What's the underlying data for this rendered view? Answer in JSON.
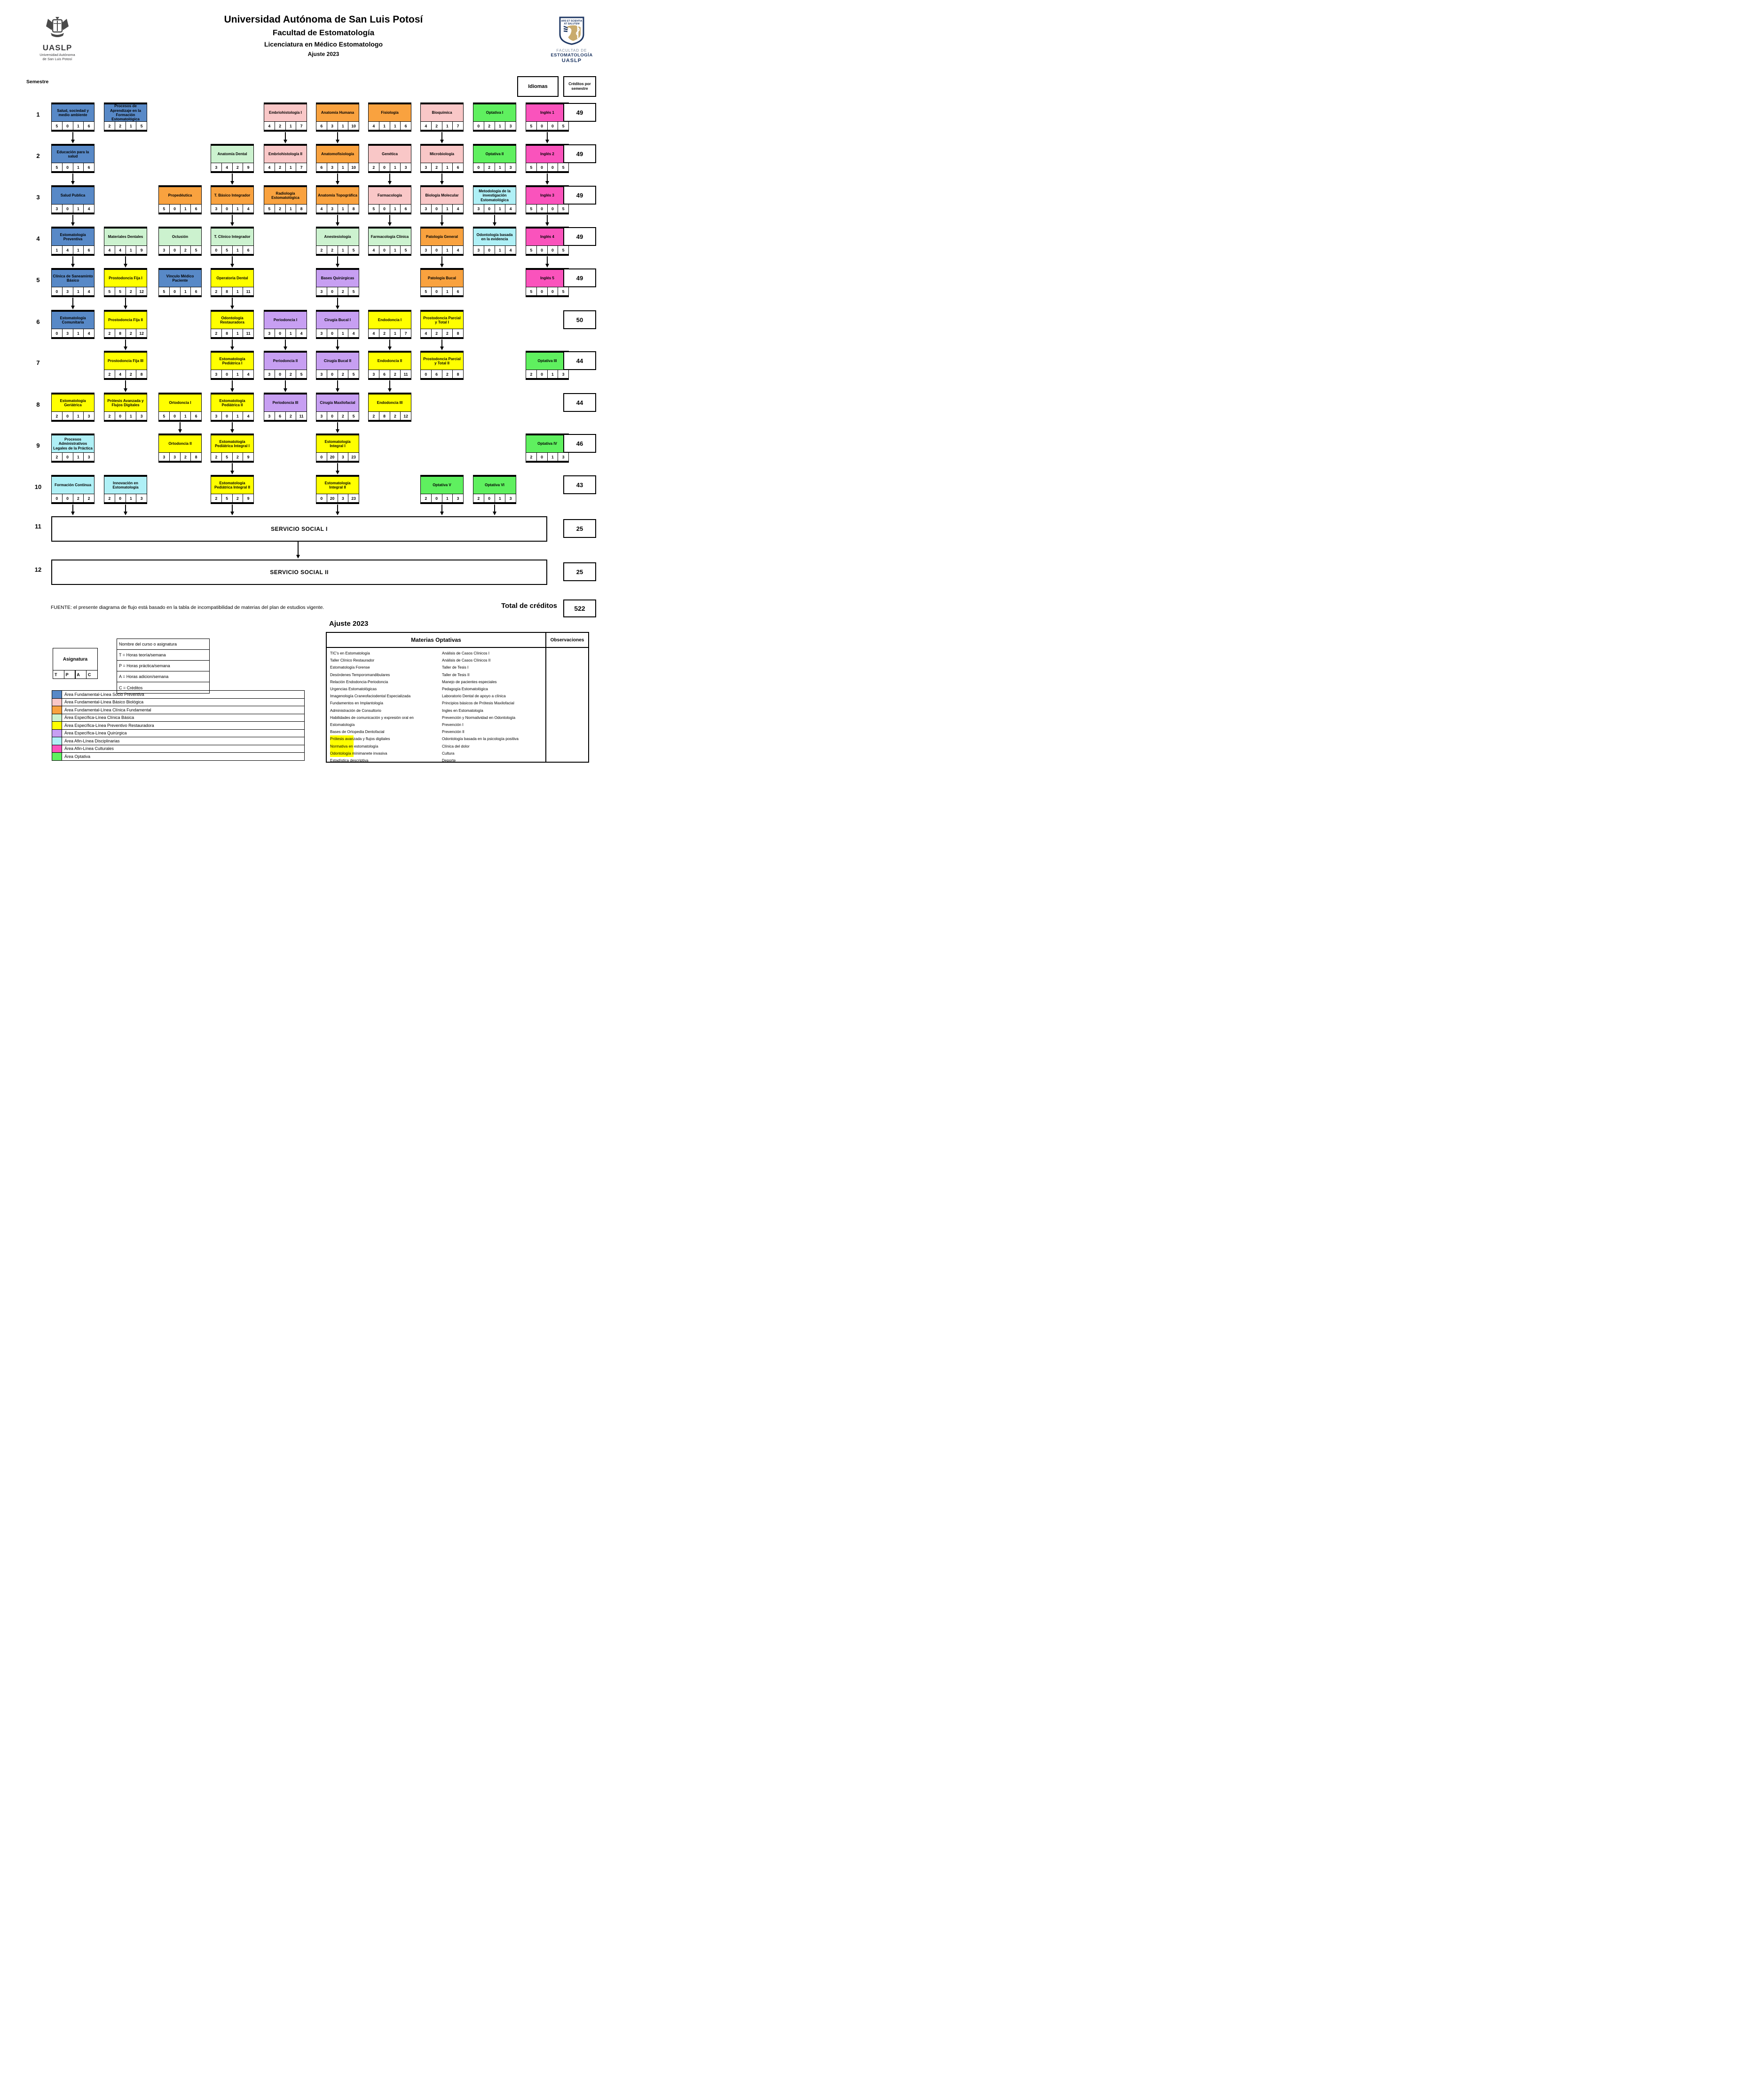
{
  "header": {
    "title": "Universidad Autónoma de San Luis Potosí",
    "subtitle": "Facultad de Estomatología",
    "program": "Licenciatura en Médico Estomatologo",
    "edition": "Ajuste 2023",
    "semester_label": "Semestre",
    "idiomas_label": "Idiomas",
    "credits_header": "Créditos por semestre",
    "left_logo": {
      "acronym": "UASLP",
      "caption1": "Universidad Autónoma",
      "caption2": "de San Luis Potosí"
    },
    "right_logo": {
      "motto1": "ARS ET SCIENTIA",
      "motto2": "AT SALUTEM",
      "line1": "FACULTAD DE",
      "line2": "ESTOMATOLOGÍA",
      "line3": "UASLP"
    }
  },
  "areas": [
    {
      "key": "socio",
      "label": "Área Fundamental-Línea Socio Preventiva",
      "color": "#5889c7"
    },
    {
      "key": "biologica",
      "label": "Área Fundamental-Línea Básico Biológica",
      "color": "#f9c7c7"
    },
    {
      "key": "clinica_fund",
      "label": "Área Fundamental-Línea Clínica Fundamental",
      "color": "#f9a23f"
    },
    {
      "key": "clinica_basica",
      "label": "Área Específica-Línea Clínica Básica",
      "color": "#ccf2cf"
    },
    {
      "key": "prev_rest",
      "label": "Área Específica-Línea Preventivo Restauradora",
      "color": "#ffff00"
    },
    {
      "key": "quirurgica",
      "label": "Área Específica-Línea Quirúrgica",
      "color": "#c79ff2"
    },
    {
      "key": "disciplinarias",
      "label": "Área Afin-Línea Disciplinarias",
      "color": "#aff0f6"
    },
    {
      "key": "culturales",
      "label": "Área Afin-Línea Culturales",
      "color": "#fa53bc"
    },
    {
      "key": "optativa",
      "label": "Área Optativa",
      "color": "#5ff05f"
    }
  ],
  "courses": [
    {
      "name": "Salud, sociedad y medio ambiente",
      "col": 0,
      "row": 1,
      "area": "socio",
      "t": "5",
      "p": "0",
      "a": "1",
      "c": "6"
    },
    {
      "name": "Procesos de Aprendizaje en la Formación Estomatológica",
      "col": 1,
      "row": 1,
      "area": "socio",
      "t": "2",
      "p": "2",
      "a": "1",
      "c": "5"
    },
    {
      "name": "Embriohistología I",
      "col": 4,
      "row": 1,
      "area": "biologica",
      "t": "4",
      "p": "2",
      "a": "1",
      "c": "7"
    },
    {
      "name": "Anatomía Humana",
      "col": 5,
      "row": 1,
      "area": "clinica_fund",
      "t": "6",
      "p": "3",
      "a": "1",
      "c": "10"
    },
    {
      "name": "Fisiología",
      "col": 6,
      "row": 1,
      "area": "clinica_fund",
      "t": "4",
      "p": "1",
      "a": "1",
      "c": "6"
    },
    {
      "name": "Bioquímica",
      "col": 7,
      "row": 1,
      "area": "biologica",
      "t": "4",
      "p": "2",
      "a": "1",
      "c": "7"
    },
    {
      "name": "Optativa I",
      "col": 8,
      "row": 1,
      "area": "optativa",
      "t": "0",
      "p": "2",
      "a": "1",
      "c": "3"
    },
    {
      "name": "Inglés 1",
      "col": 9,
      "row": 1,
      "area": "culturales",
      "t": "5",
      "p": "0",
      "a": "0",
      "c": "5"
    },
    {
      "name": "Educación para la salud",
      "col": 0,
      "row": 2,
      "area": "socio",
      "t": "5",
      "p": "0",
      "a": "1",
      "c": "6"
    },
    {
      "name": "Anatomía Dental",
      "col": 3,
      "row": 2,
      "area": "clinica_basica",
      "t": "3",
      "p": "4",
      "a": "2",
      "c": "9"
    },
    {
      "name": "Embriohistología II",
      "col": 4,
      "row": 2,
      "area": "biologica",
      "t": "4",
      "p": "2",
      "a": "1",
      "c": "7"
    },
    {
      "name": "Anatomofisiología",
      "col": 5,
      "row": 2,
      "area": "clinica_fund",
      "t": "6",
      "p": "3",
      "a": "1",
      "c": "10"
    },
    {
      "name": "Genética",
      "col": 6,
      "row": 2,
      "area": "biologica",
      "t": "2",
      "p": "0",
      "a": "1",
      "c": "3"
    },
    {
      "name": "Microbiología",
      "col": 7,
      "row": 2,
      "area": "biologica",
      "t": "3",
      "p": "2",
      "a": "1",
      "c": "6"
    },
    {
      "name": "Optativa II",
      "col": 8,
      "row": 2,
      "area": "optativa",
      "t": "0",
      "p": "2",
      "a": "1",
      "c": "3"
    },
    {
      "name": "Inglés 2",
      "col": 9,
      "row": 2,
      "area": "culturales",
      "t": "5",
      "p": "0",
      "a": "0",
      "c": "5"
    },
    {
      "name": "Salud Publica",
      "col": 0,
      "row": 3,
      "area": "socio",
      "t": "3",
      "p": "0",
      "a": "1",
      "c": "4"
    },
    {
      "name": "Propedéutica",
      "col": 2,
      "row": 3,
      "area": "clinica_fund",
      "t": "5",
      "p": "0",
      "a": "1",
      "c": "6"
    },
    {
      "name": "T. Básico Integrador",
      "col": 3,
      "row": 3,
      "area": "clinica_fund",
      "t": "3",
      "p": "0",
      "a": "1",
      "c": "4"
    },
    {
      "name": "Radiología Estomatológica",
      "col": 4,
      "row": 3,
      "area": "clinica_fund",
      "t": "5",
      "p": "2",
      "a": "1",
      "c": "8"
    },
    {
      "name": "Anatomía Topográfica",
      "col": 5,
      "row": 3,
      "area": "clinica_fund",
      "t": "4",
      "p": "3",
      "a": "1",
      "c": "8"
    },
    {
      "name": "Farmacología",
      "col": 6,
      "row": 3,
      "area": "biologica",
      "t": "5",
      "p": "0",
      "a": "1",
      "c": "6"
    },
    {
      "name": "Biología Molecular",
      "col": 7,
      "row": 3,
      "area": "biologica",
      "t": "3",
      "p": "0",
      "a": "1",
      "c": "4"
    },
    {
      "name": "Metodología de la investigación Estomatológica",
      "col": 8,
      "row": 3,
      "area": "disciplinarias",
      "t": "3",
      "p": "0",
      "a": "1",
      "c": "4"
    },
    {
      "name": "Inglés 3",
      "col": 9,
      "row": 3,
      "area": "culturales",
      "t": "5",
      "p": "0",
      "a": "0",
      "c": "5"
    },
    {
      "name": "Estomatología Preventiva",
      "col": 0,
      "row": 4,
      "area": "socio",
      "t": "1",
      "p": "4",
      "a": "1",
      "c": "6"
    },
    {
      "name": "Materiales Dentales",
      "col": 1,
      "row": 4,
      "area": "clinica_basica",
      "t": "4",
      "p": "4",
      "a": "1",
      "c": "9"
    },
    {
      "name": "Oclusión",
      "col": 2,
      "row": 4,
      "area": "clinica_basica",
      "t": "3",
      "p": "0",
      "a": "2",
      "c": "5"
    },
    {
      "name": "T. Clínico Integrador",
      "col": 3,
      "row": 4,
      "area": "clinica_basica",
      "t": "0",
      "p": "5",
      "a": "1",
      "c": "6"
    },
    {
      "name": "Anestesiología",
      "col": 5,
      "row": 4,
      "area": "clinica_basica",
      "t": "2",
      "p": "2",
      "a": "1",
      "c": "5"
    },
    {
      "name": "Farmacología Clínica",
      "col": 6,
      "row": 4,
      "area": "clinica_basica",
      "t": "4",
      "p": "0",
      "a": "1",
      "c": "5"
    },
    {
      "name": "Patología General",
      "col": 7,
      "row": 4,
      "area": "clinica_fund",
      "t": "3",
      "p": "0",
      "a": "1",
      "c": "4"
    },
    {
      "name": "Odontología basada en la evidencia",
      "col": 8,
      "row": 4,
      "area": "disciplinarias",
      "t": "3",
      "p": "0",
      "a": "1",
      "c": "4"
    },
    {
      "name": "Inglés 4",
      "col": 9,
      "row": 4,
      "area": "culturales",
      "t": "5",
      "p": "0",
      "a": "0",
      "c": "5"
    },
    {
      "name": "Clínica de Saneaminto Básico",
      "col": 0,
      "row": 5,
      "area": "socio",
      "t": "0",
      "p": "3",
      "a": "1",
      "c": "4"
    },
    {
      "name": "Prostodoncia Fija I",
      "col": 1,
      "row": 5,
      "area": "prev_rest",
      "t": "5",
      "p": "5",
      "a": "2",
      "c": "12"
    },
    {
      "name": "Vínculo Médico Paciente",
      "col": 2,
      "row": 5,
      "area": "socio",
      "t": "5",
      "p": "0",
      "a": "1",
      "c": "6"
    },
    {
      "name": "Operatoria Dental",
      "col": 3,
      "row": 5,
      "area": "prev_rest",
      "t": "2",
      "p": "8",
      "a": "1",
      "c": "11"
    },
    {
      "name": "Bases Quirúrgicas",
      "col": 5,
      "row": 5,
      "area": "quirurgica",
      "t": "3",
      "p": "0",
      "a": "2",
      "c": "5"
    },
    {
      "name": "Patología Bucal",
      "col": 7,
      "row": 5,
      "area": "clinica_fund",
      "t": "5",
      "p": "0",
      "a": "1",
      "c": "6"
    },
    {
      "name": "Inglés 5",
      "col": 9,
      "row": 5,
      "area": "culturales",
      "t": "5",
      "p": "0",
      "a": "0",
      "c": "5"
    },
    {
      "name": "Estomatología Comunitaria",
      "col": 0,
      "row": 6,
      "area": "socio",
      "t": "0",
      "p": "3",
      "a": "1",
      "c": "4"
    },
    {
      "name": "Prostodoncia Fija II",
      "col": 1,
      "row": 6,
      "area": "prev_rest",
      "t": "2",
      "p": "8",
      "a": "2",
      "c": "12"
    },
    {
      "name": "Odontología Restauradora",
      "col": 3,
      "row": 6,
      "area": "prev_rest",
      "t": "2",
      "p": "8",
      "a": "1",
      "c": "11"
    },
    {
      "name": "Periodoncia I",
      "col": 4,
      "row": 6,
      "area": "quirurgica",
      "t": "3",
      "p": "0",
      "a": "1",
      "c": "4"
    },
    {
      "name": "Cirugía Bucal I",
      "col": 5,
      "row": 6,
      "area": "quirurgica",
      "t": "3",
      "p": "0",
      "a": "1",
      "c": "4"
    },
    {
      "name": "Endodoncia I",
      "col": 6,
      "row": 6,
      "area": "prev_rest",
      "t": "4",
      "p": "2",
      "a": "1",
      "c": "7"
    },
    {
      "name": "Prostodoncia Parcial y Total I",
      "col": 7,
      "row": 6,
      "area": "prev_rest",
      "t": "4",
      "p": "2",
      "a": "2",
      "c": "8"
    },
    {
      "name": "Prostodoncia Fija III",
      "col": 1,
      "row": 7,
      "area": "prev_rest",
      "t": "2",
      "p": "4",
      "a": "2",
      "c": "8"
    },
    {
      "name": "Estomatología Pediátrica I",
      "col": 3,
      "row": 7,
      "area": "prev_rest",
      "t": "3",
      "p": "0",
      "a": "1",
      "c": "4"
    },
    {
      "name": "Periodoncia II",
      "col": 4,
      "row": 7,
      "area": "quirurgica",
      "t": "3",
      "p": "0",
      "a": "2",
      "c": "5"
    },
    {
      "name": "Cirugía Bucal II",
      "col": 5,
      "row": 7,
      "area": "quirurgica",
      "t": "3",
      "p": "0",
      "a": "2",
      "c": "5"
    },
    {
      "name": "Endodoncia II",
      "col": 6,
      "row": 7,
      "area": "prev_rest",
      "t": "3",
      "p": "6",
      "a": "2",
      "c": "11"
    },
    {
      "name": "Prostodoncia Parcial y Total II",
      "col": 7,
      "row": 7,
      "area": "prev_rest",
      "t": "0",
      "p": "6",
      "a": "2",
      "c": "8"
    },
    {
      "name": "Optativa III",
      "col": 9,
      "row": 7,
      "area": "optativa",
      "t": "2",
      "p": "0",
      "a": "1",
      "c": "3"
    },
    {
      "name": "Estomatología Geriátrica",
      "col": 0,
      "row": 8,
      "area": "prev_rest",
      "t": "2",
      "p": "0",
      "a": "1",
      "c": "3"
    },
    {
      "name": "Prótesis Avanzada y Flujos Digitales",
      "col": 1,
      "row": 8,
      "area": "prev_rest",
      "t": "2",
      "p": "0",
      "a": "1",
      "c": "3"
    },
    {
      "name": "Ortodoncia I",
      "col": 2,
      "row": 8,
      "area": "prev_rest",
      "t": "5",
      "p": "0",
      "a": "1",
      "c": "6"
    },
    {
      "name": "Estomatología Pediátrica II",
      "col": 3,
      "row": 8,
      "area": "prev_rest",
      "t": "3",
      "p": "0",
      "a": "1",
      "c": "4"
    },
    {
      "name": "Periodoncia III",
      "col": 4,
      "row": 8,
      "area": "quirurgica",
      "t": "3",
      "p": "6",
      "a": "2",
      "c": "11"
    },
    {
      "name": "Cirugía Maxilofacial",
      "col": 5,
      "row": 8,
      "area": "quirurgica",
      "t": "3",
      "p": "0",
      "a": "2",
      "c": "5"
    },
    {
      "name": "Endodoncia III",
      "col": 6,
      "row": 8,
      "area": "prev_rest",
      "t": "2",
      "p": "8",
      "a": "2",
      "c": "12"
    },
    {
      "name": "Procesos Administrativos Legales de la Práctica",
      "col": 0,
      "row": 9,
      "area": "disciplinarias",
      "t": "2",
      "p": "0",
      "a": "1",
      "c": "3"
    },
    {
      "name": "Ortodoncia II",
      "col": 2,
      "row": 9,
      "area": "prev_rest",
      "t": "3",
      "p": "3",
      "a": "2",
      "c": "8"
    },
    {
      "name": "Estomatología Pediátrica Integral I",
      "col": 3,
      "row": 9,
      "area": "prev_rest",
      "t": "2",
      "p": "5",
      "a": "2",
      "c": "9"
    },
    {
      "name": "Estomatología Integral I",
      "col": 5,
      "row": 9,
      "area": "prev_rest",
      "t": "0",
      "p": "20",
      "a": "3",
      "c": "23"
    },
    {
      "name": "Optativa IV",
      "col": 9,
      "row": 9,
      "area": "optativa",
      "t": "2",
      "p": "0",
      "a": "1",
      "c": "3"
    },
    {
      "name": "Formación Continua",
      "col": 0,
      "row": 10,
      "area": "disciplinarias",
      "t": "0",
      "p": "0",
      "a": "2",
      "c": "2"
    },
    {
      "name": "Innovación en Estomatología",
      "col": 1,
      "row": 10,
      "area": "disciplinarias",
      "t": "2",
      "p": "0",
      "a": "1",
      "c": "3"
    },
    {
      "name": "Estomatología Pediátrica Integral II",
      "col": 3,
      "row": 10,
      "area": "prev_rest",
      "t": "2",
      "p": "5",
      "a": "2",
      "c": "9"
    },
    {
      "name": "Estomatología Integral II",
      "col": 5,
      "row": 10,
      "area": "prev_rest",
      "t": "0",
      "p": "20",
      "a": "3",
      "c": "23"
    },
    {
      "name": "Optativa V",
      "col": 7,
      "row": 10,
      "area": "optativa",
      "t": "2",
      "p": "0",
      "a": "1",
      "c": "3"
    },
    {
      "name": "Optativa VI",
      "col": 8,
      "row": 10,
      "area": "optativa",
      "t": "2",
      "p": "0",
      "a": "1",
      "c": "3"
    }
  ],
  "rows": [
    {
      "num": "1",
      "credits": "49"
    },
    {
      "num": "2",
      "credits": "49"
    },
    {
      "num": "3",
      "credits": "49"
    },
    {
      "num": "4",
      "credits": "49"
    },
    {
      "num": "5",
      "credits": "49"
    },
    {
      "num": "6",
      "credits": "50"
    },
    {
      "num": "7",
      "credits": "44"
    },
    {
      "num": "8",
      "credits": "44"
    },
    {
      "num": "9",
      "credits": "46"
    },
    {
      "num": "10",
      "credits": "43"
    },
    {
      "num": "11",
      "credits": "25"
    },
    {
      "num": "12",
      "credits": "25"
    }
  ],
  "servicio": [
    {
      "label": "SERVICIO SOCIAL I"
    },
    {
      "label": "SERVICIO SOCIAL II"
    }
  ],
  "footer": {
    "fuente": "FUENTE: el presente diagrama de flujo está basado en la tabla de incompatibilidad de materias del plan de estudios vigente.",
    "total_label": "Total de créditos",
    "total_value": "522",
    "ajuste_heading": "Ajuste 2023"
  },
  "key": {
    "asignatura": "Asignatura",
    "tpac": [
      "T",
      "P",
      "A",
      "C"
    ],
    "lines": [
      "Nombre del curso o asignatura",
      "T = Horas teoría/semana",
      "P = Horas práctica/semana",
      "A = Horas adicion/semana",
      "C = Créditos"
    ]
  },
  "optativas": {
    "title": "Materias Optativas",
    "observaciones": "Observaciones",
    "left": [
      "TIC's en Estomatología",
      "Taller Clínico Restaurador",
      "Estomatología Forense",
      "Desórdenes Temporomandibulares",
      "Relación Endodoncia-Periodoncia",
      "Urgencias Estomatológicas",
      "Imagenología Craneofaciodental Especializada",
      "Fundamentos en Implantología",
      "Administración de Consultorio",
      "Habilidades de comunicación y expresión oral en Estomatología",
      "Bases de Ortopedia Dentofacial",
      "Prótesis avanzada y flujos digitales",
      "Normativa en estomatología",
      "Odontología mínimanete invasiva",
      "Estadística descriptiva"
    ],
    "left_highlight": [
      11,
      12,
      13
    ],
    "right": [
      "Análisis de Casos Clínicos I",
      "Análisis de Casos Clínicos II",
      "Taller de Tesis I",
      "Taller de Tesis II",
      "Manejo de pacientes especiales",
      "Pedagogía Estomatológica",
      "Laboratorio Dental de apoyo a clínica",
      "Principios básicos de Prótesis Maxilofacial",
      "Ingles en Estomatología",
      "Prevención y Normatividad en Odontología",
      "Prevención I",
      "Prevención II",
      "Odontología basada en la psicología positiva",
      "Clínica del dolor",
      "Cultura",
      "Deporte"
    ]
  }
}
